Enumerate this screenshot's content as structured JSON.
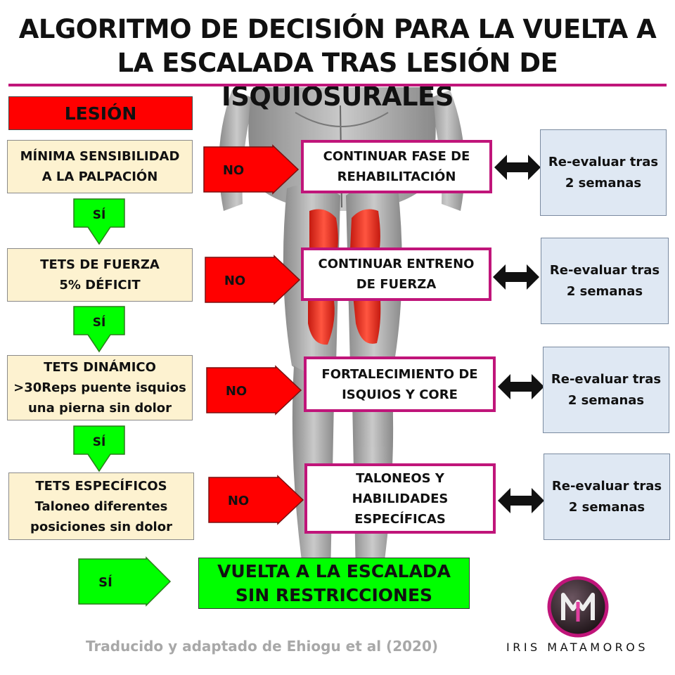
{
  "title_lines": [
    "ALGORITMO DE DECISIÓN PARA LA VUELTA A",
    "LA ESCALADA TRAS LESIÓN DE ISQUIOSURALES"
  ],
  "start": "LESIÓN",
  "criteria": [
    [
      "MÍNIMA SENSIBILIDAD",
      "A LA PALPACIÓN"
    ],
    [
      "TETS DE FUERZA",
      "5% DÉFICIT"
    ],
    [
      "TETS DINÁMICO",
      ">30Reps puente isquios",
      "una pierna sin dolor"
    ],
    [
      "TETS ESPECÍFICOS",
      "Taloneo diferentes",
      "posiciones sin dolor"
    ]
  ],
  "yes_label": "SÍ",
  "no_label": "NO",
  "actions": [
    [
      "CONTINUAR FASE DE",
      "REHABILITACIÓN"
    ],
    [
      "CONTINUAR ENTRENO",
      "DE FUERZA"
    ],
    [
      "FORTALECIMIENTO DE",
      "ISQUIOS Y CORE"
    ],
    [
      "TALONEOS Y",
      "HABILIDADES",
      "ESPECÍFICAS"
    ]
  ],
  "reevaluate": [
    "Re-evaluar tras",
    "2 semanas"
  ],
  "final": [
    "VUELTA A LA ESCALADA",
    "SIN RESTRICCIONES"
  ],
  "footer": "Traducido y adaptado de Ehiogu et al (2020)",
  "brand": "IRIS MATAMOROS",
  "colors": {
    "accent": "#c0157a",
    "red": "#ff0000",
    "green": "#00ff00",
    "criterion_fill": "#fdf2d0",
    "reeval_fill": "#dfe8f3"
  }
}
